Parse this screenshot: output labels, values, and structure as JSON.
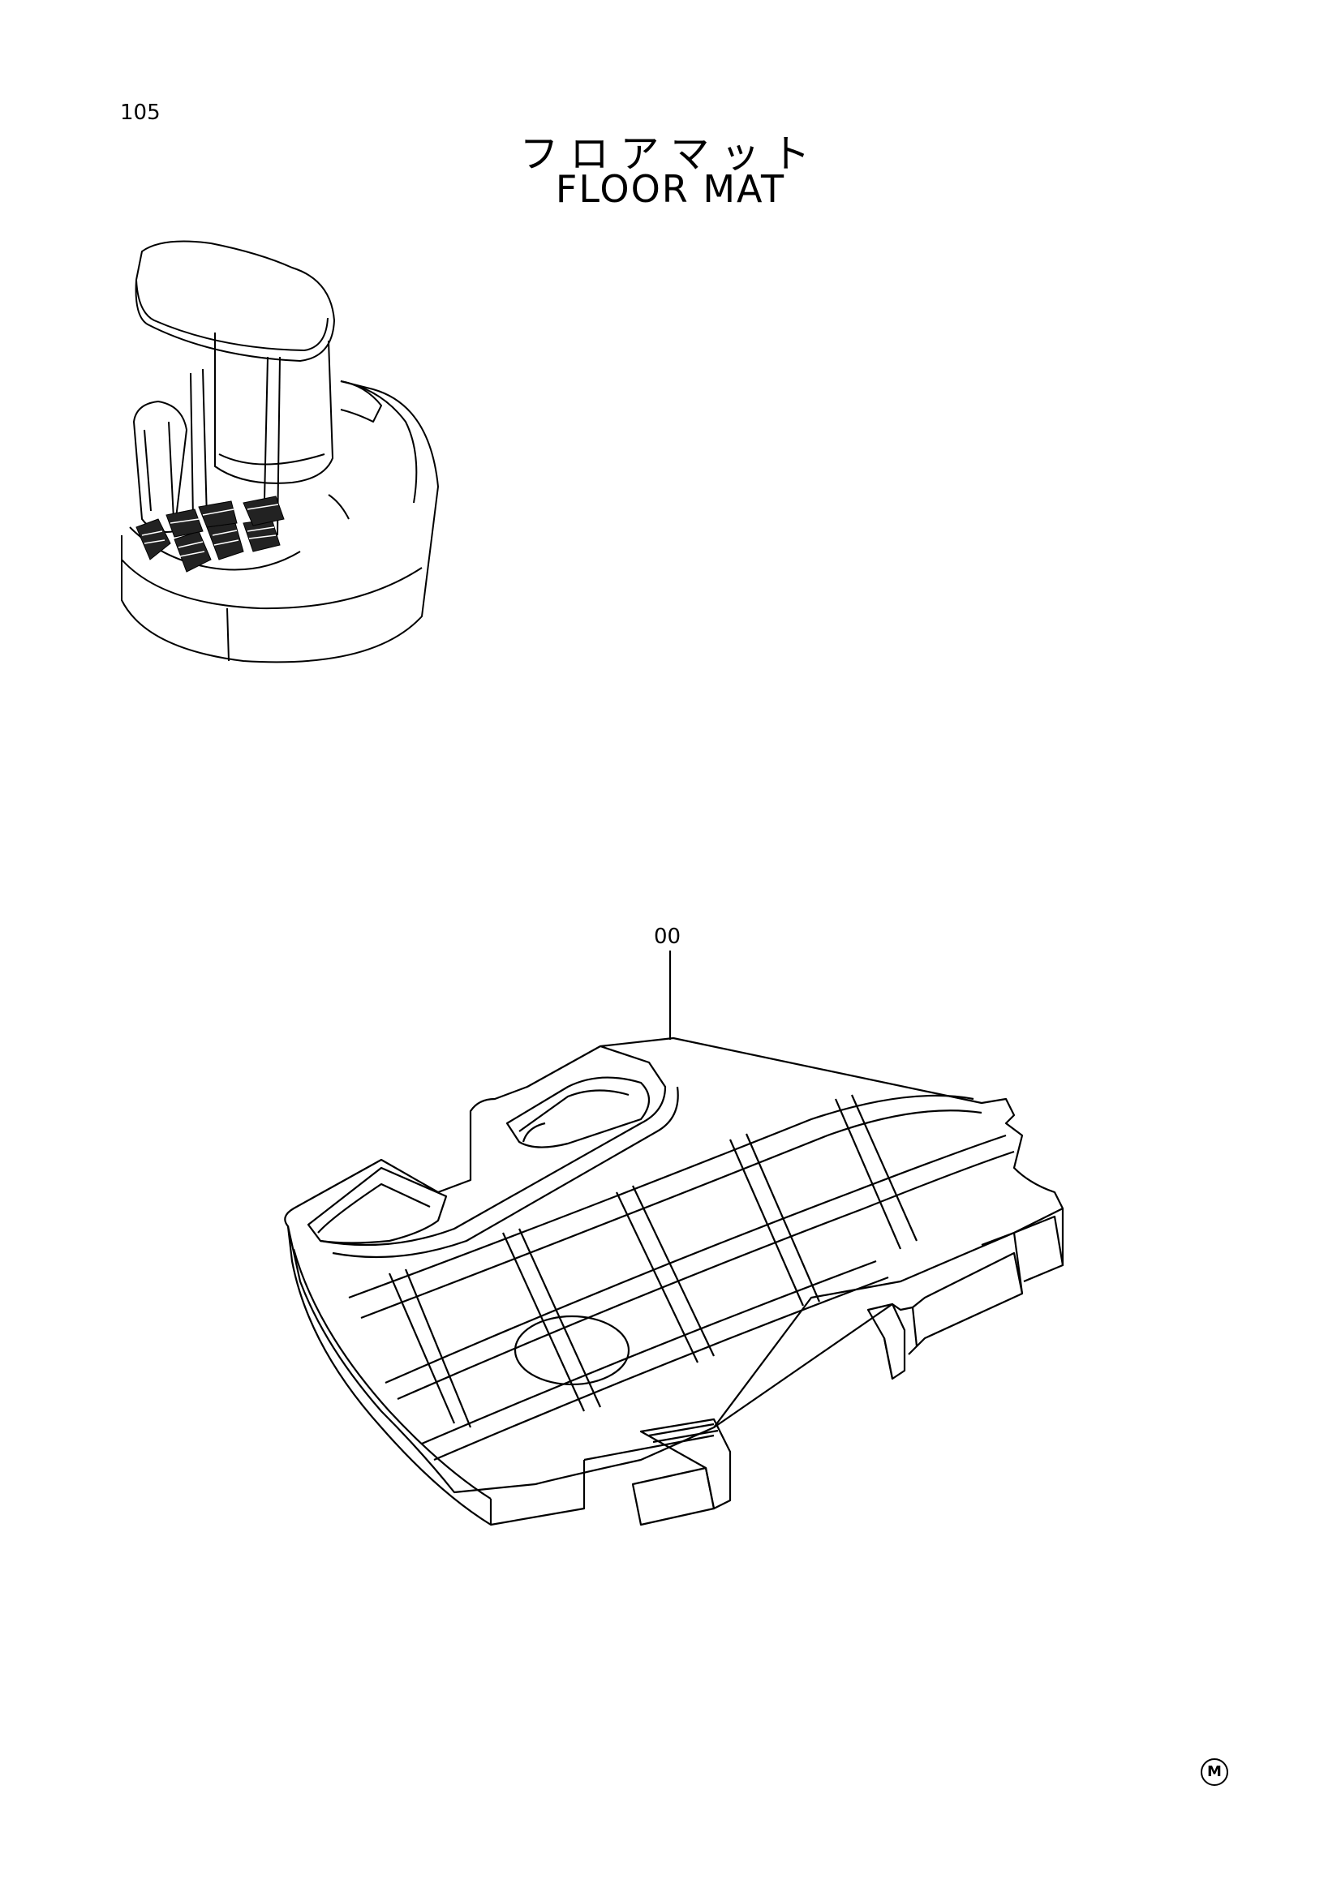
{
  "page": {
    "number": "105",
    "title_jp": "フロアマット",
    "title_en": "FLOOR MAT"
  },
  "part": {
    "callout": "00"
  },
  "footer": {
    "mark": "M"
  },
  "icons": {
    "machine_overview": "cab-overview-icon",
    "part_drawing": "floor-mat-drawing"
  }
}
